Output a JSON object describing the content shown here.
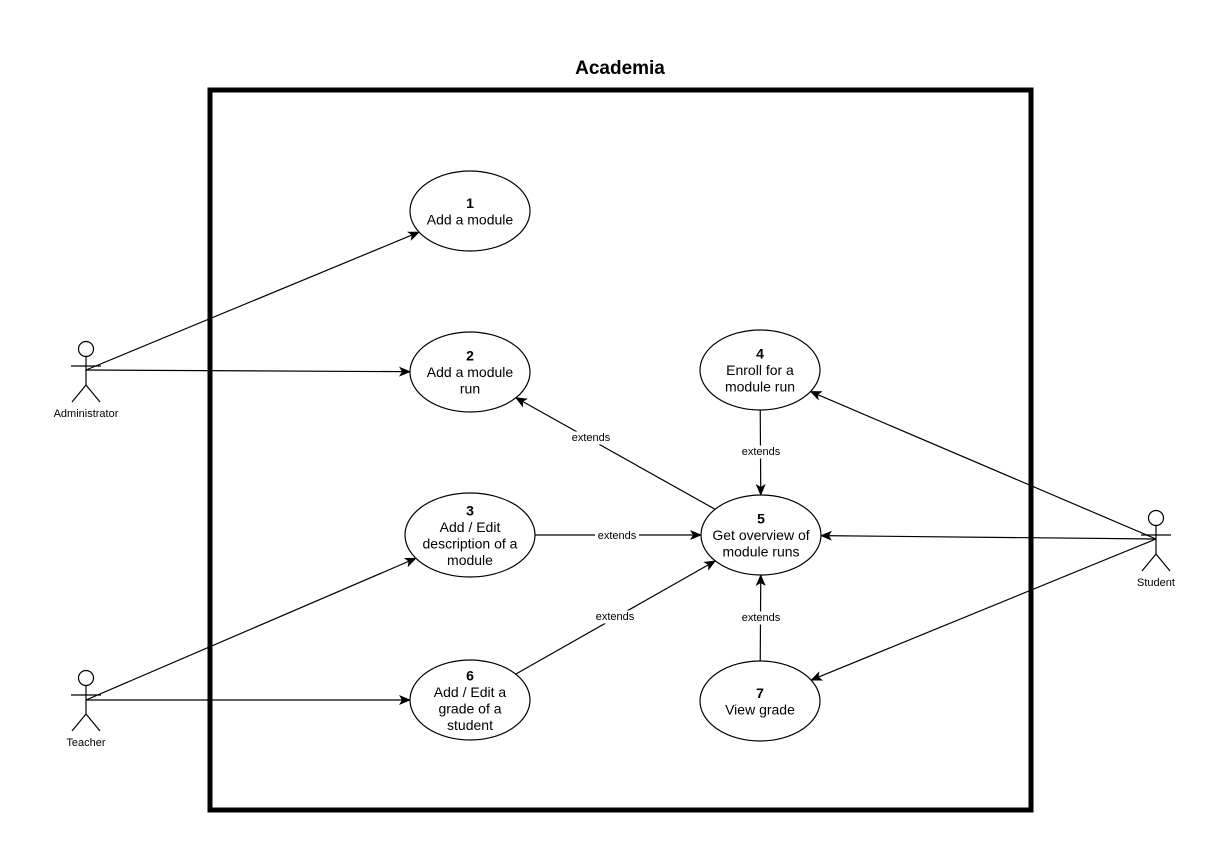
{
  "diagram": {
    "title": "Academia",
    "actors": [
      {
        "id": "administrator",
        "label": "Administrator"
      },
      {
        "id": "teacher",
        "label": "Teacher"
      },
      {
        "id": "student",
        "label": "Student"
      }
    ],
    "use_cases": [
      {
        "id": "uc1",
        "number": "1",
        "lines": [
          "Add a module"
        ]
      },
      {
        "id": "uc2",
        "number": "2",
        "lines": [
          "Add a module",
          "run"
        ]
      },
      {
        "id": "uc3",
        "number": "3",
        "lines": [
          "Add / Edit",
          "description of a",
          "module"
        ]
      },
      {
        "id": "uc4",
        "number": "4",
        "lines": [
          "Enroll for a",
          "module run"
        ]
      },
      {
        "id": "uc5",
        "number": "5",
        "lines": [
          "Get overview of",
          "module runs"
        ]
      },
      {
        "id": "uc6",
        "number": "6",
        "lines": [
          "Add / Edit a",
          "grade of a",
          "student"
        ]
      },
      {
        "id": "uc7",
        "number": "7",
        "lines": [
          "View grade"
        ]
      }
    ],
    "associations": [
      {
        "from": "administrator",
        "to": "uc1"
      },
      {
        "from": "administrator",
        "to": "uc2"
      },
      {
        "from": "teacher",
        "to": "uc3"
      },
      {
        "from": "teacher",
        "to": "uc6"
      },
      {
        "from": "student",
        "to": "uc4"
      },
      {
        "from": "student",
        "to": "uc5"
      },
      {
        "from": "student",
        "to": "uc7"
      }
    ],
    "extends": [
      {
        "from": "uc5",
        "to": "uc2",
        "label": "extends"
      },
      {
        "from": "uc4",
        "to": "uc5",
        "label": "extends"
      },
      {
        "from": "uc3",
        "to": "uc5",
        "label": "extends"
      },
      {
        "from": "uc6",
        "to": "uc5",
        "label": "extends"
      },
      {
        "from": "uc7",
        "to": "uc5",
        "label": "extends"
      }
    ],
    "colors": {
      "stroke": "#000000",
      "fill": "#ffffff"
    }
  }
}
